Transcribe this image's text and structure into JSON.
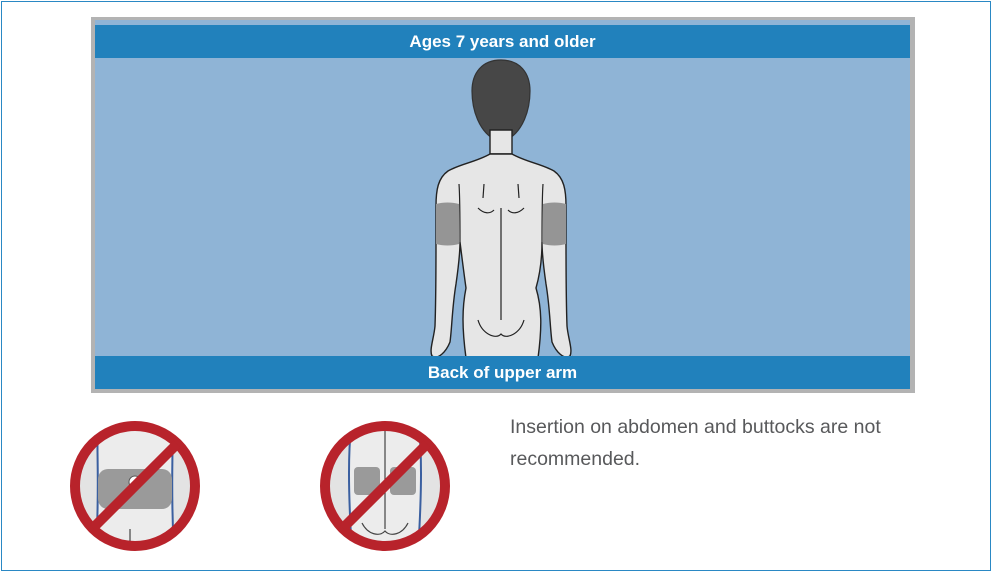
{
  "panel": {
    "top_label": "Ages 7 years and older",
    "bottom_label": "Back of upper arm"
  },
  "figure": {
    "icon": "person-back-icon",
    "highlighted_site": "back of upper arm"
  },
  "not_recommended": {
    "icons": [
      "no-abdomen-icon",
      "no-buttocks-icon"
    ],
    "text": "Insertion on abdomen and buttocks are not recommended."
  },
  "colors": {
    "band_blue": "#2181bc",
    "panel_blue": "#8fb4d6",
    "site_gray": "#959595",
    "prohibit_red": "#b8232b",
    "border_blue": "#2a88c4"
  }
}
